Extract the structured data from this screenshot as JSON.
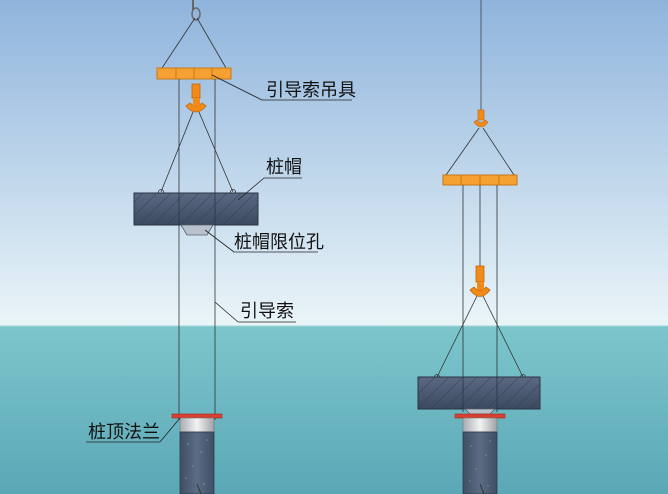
{
  "labels": {
    "guide_rope_spreader": "引导索吊具",
    "pile_cap": "桩帽",
    "pile_cap_limit_hole": "桩帽限位孔",
    "guide_rope": "引导索",
    "pile_top_flange": "桩顶法兰"
  },
  "colors": {
    "sky_top": "#8fb4dc",
    "sky_bottom": "#e9f4f8",
    "water_top": "#7cc4cb",
    "water_bottom": "#5aa6b6",
    "spreader": "#f5a030",
    "hook": "#f28a1a",
    "cap": "#4a5a72",
    "flange": "#d94030",
    "pile": "#4c5e74",
    "rope": "#333333"
  }
}
